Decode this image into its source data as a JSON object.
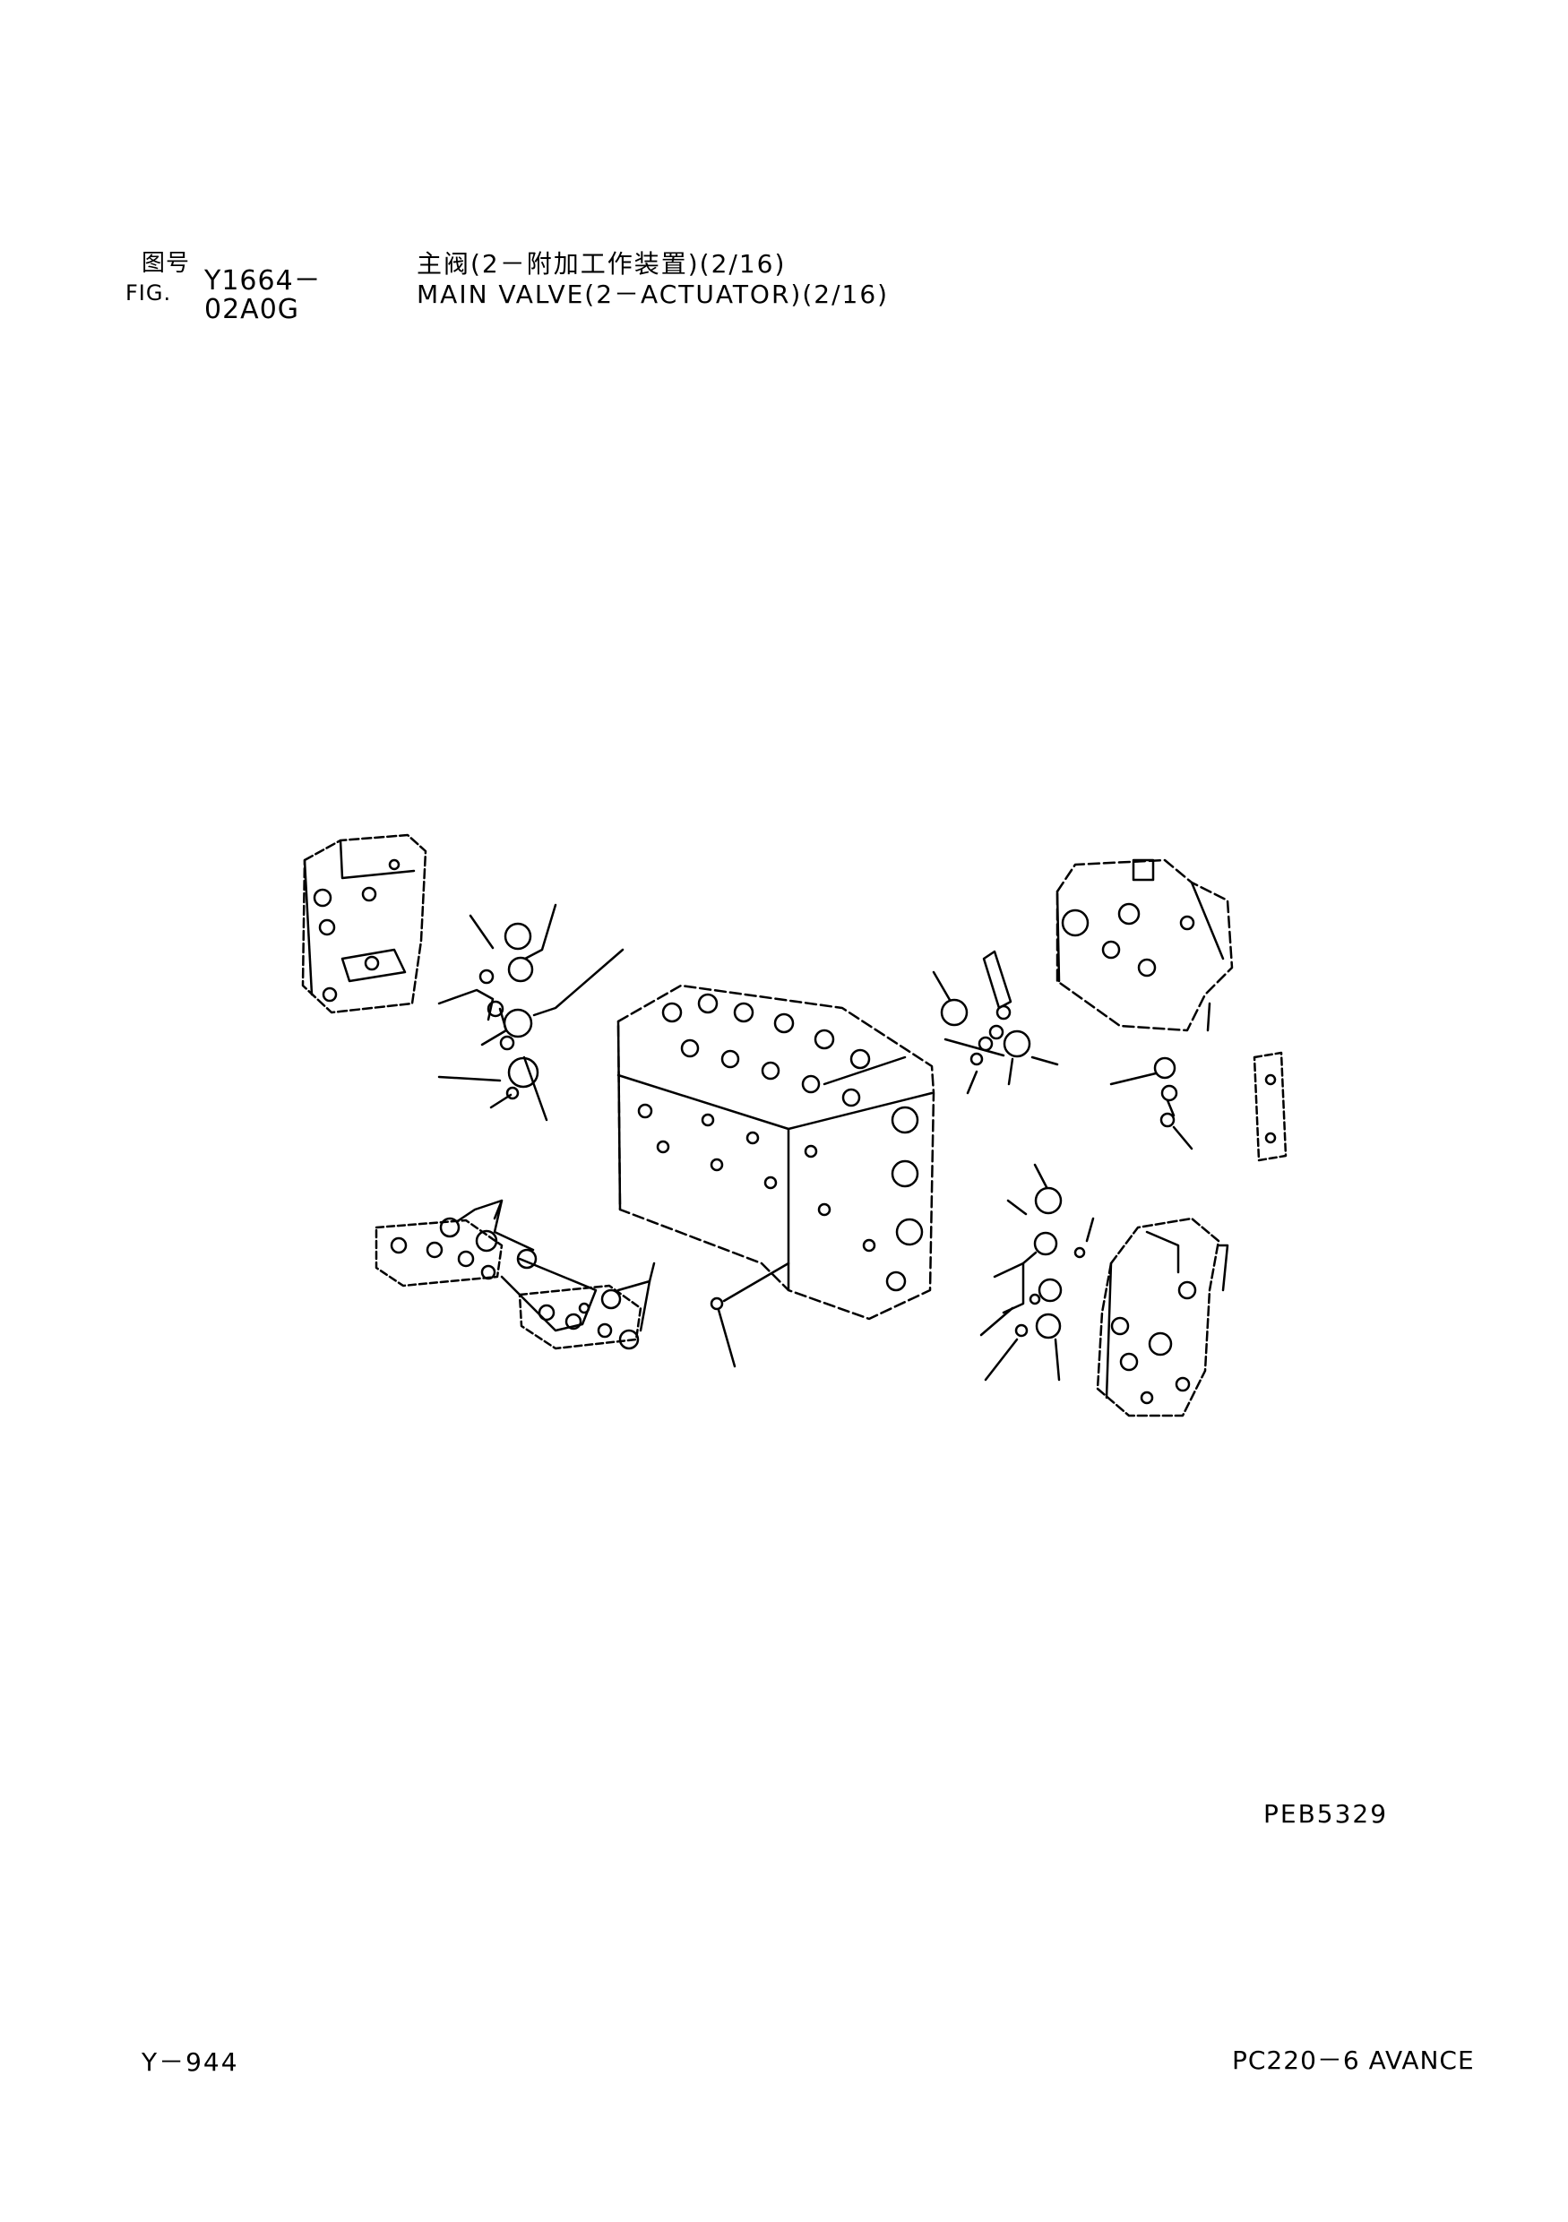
{
  "header": {
    "fig_label_cn": "图号",
    "fig_label_en": "FIG.",
    "fig_number": "Y1664－02A0G",
    "title_cn": "主阀(2－附加工作装置)(2/16)",
    "title_en": "MAIN VALVE(2－ACTUATOR)(2/16)"
  },
  "drawing": {
    "ref_code": "PEB5329"
  },
  "footer": {
    "page_number": "Y－944",
    "model": "PC220－6 AVANCE"
  }
}
